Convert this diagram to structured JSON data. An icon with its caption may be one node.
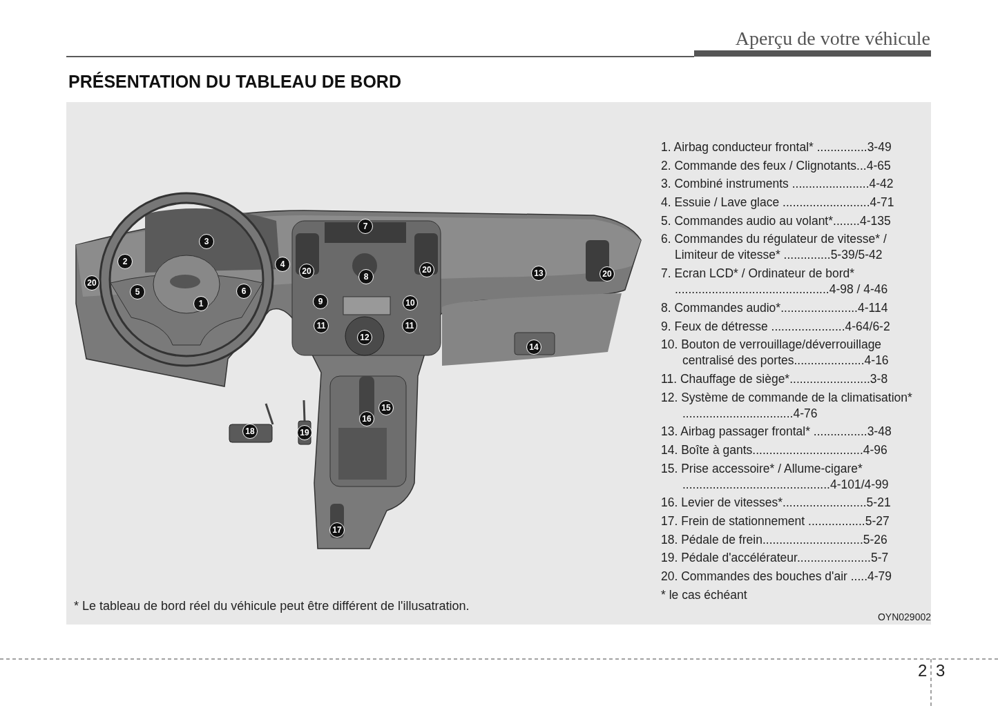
{
  "diagram": {
    "title": "PRÉSENTATION DU TABLEAU DE BORD",
    "labels": [
      "Aperçu de votre véhicule",
      "7",
      "3",
      "2",
      "4",
      "20",
      "20",
      "13",
      "20",
      "8",
      "20",
      "5",
      "6",
      "1",
      "9",
      "10",
      "11",
      "11",
      "12",
      "14",
      "15",
      "16",
      "18",
      "19",
      "17",
      "1. Airbag conducteur frontal* ...............3-49",
      "2. Commande des feux / Clignotants...4-65",
      "3. Combiné instruments .......................4-42",
      "4. Essuie / Lave glace ..........................4-71",
      "5. Commandes audio au volant*........4-135",
      "6. Commandes du régulateur de vitesse* / Limiteur de vitesse* ..............5-39/5-42",
      "7. Ecran LCD* / Ordinateur de bord* ..............................................4-98 / 4-46",
      "8. Commandes audio*.......................4-114",
      "9. Feux de détresse ......................4-64/6-2",
      "10. Bouton de verrouillage/déverrouillage centralisé des portes.....................4-16",
      "11. Chauffage de siège*........................3-8",
      "12. Système de commande de la climatisation* .................................4-76",
      "13. Airbag passager frontal* ................3-48",
      "14. Boîte à gants.................................4-96",
      "15. Prise accessoire* / Allume-cigare* ............................................4-101/4-99",
      "16. Levier de vitesses*.........................5-21",
      "17. Frein de stationnement .................5-27",
      "18. Pédale de frein..............................5-26",
      "19. Pédale d'accélérateur......................5-7",
      "20. Commandes des bouches d'air .....4-79",
      "* le cas échéant",
      "* Le tableau de bord réel du véhicule peut être différent de l'illusatration.",
      "OYN029002",
      "2",
      "3"
    ]
  }
}
